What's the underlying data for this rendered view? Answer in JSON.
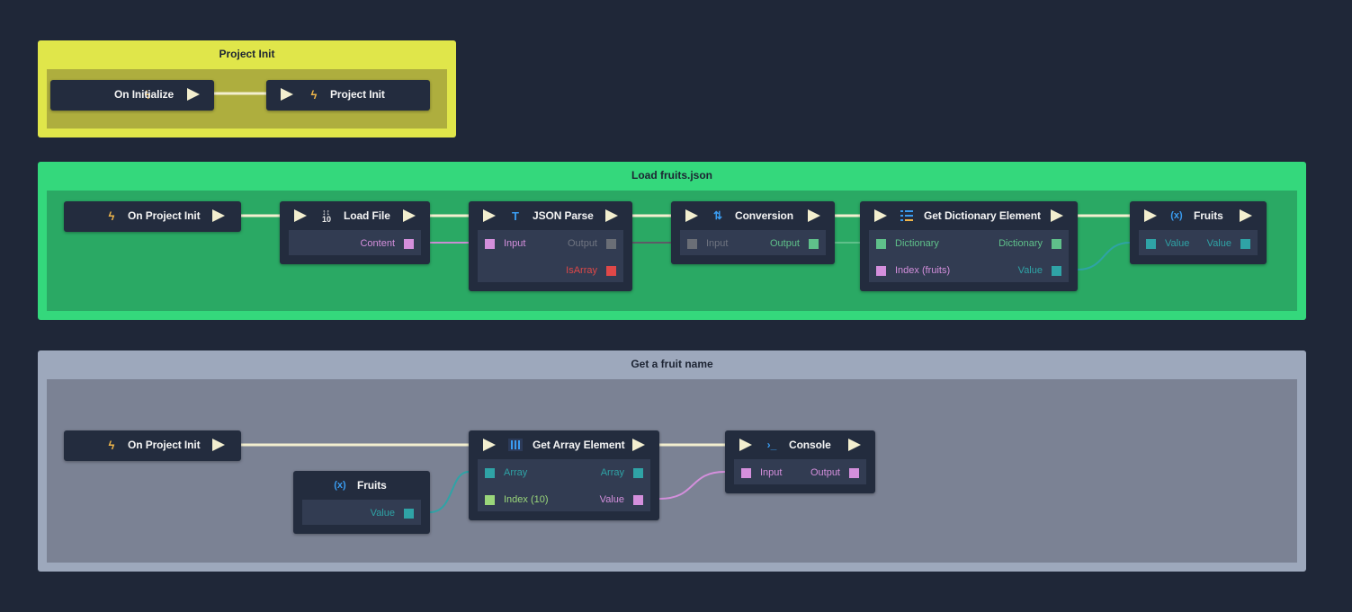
{
  "groups": {
    "project_init": {
      "title": "Project Init"
    },
    "load_fruits": {
      "title": "Load fruits.json"
    },
    "get_fruit": {
      "title": "Get a fruit name"
    }
  },
  "nodes": {
    "on_initialize": {
      "title": "On Initialize",
      "icon": "bolt-icon"
    },
    "project_init": {
      "title": "Project Init",
      "icon": "bolt-icon"
    },
    "on_project_init_1": {
      "title": "On Project Init",
      "icon": "bolt-icon"
    },
    "load_file": {
      "title": "Load File",
      "icon": "load-file-icon",
      "output": "Content"
    },
    "json_parse": {
      "title": "JSON Parse",
      "icon": "text-icon",
      "input": "Input",
      "output": "Output",
      "is_array": "IsArray"
    },
    "conversion": {
      "title": "Conversion",
      "icon": "conversion-icon",
      "input": "Input",
      "output": "Output"
    },
    "get_dict": {
      "title": "Get Dictionary Element",
      "icon": "dictionary-icon",
      "dict_in": "Dictionary",
      "dict_out": "Dictionary",
      "index": "Index (fruits)",
      "value": "Value"
    },
    "fruits_set": {
      "title": "Fruits",
      "icon": "variable-icon",
      "value_in": "Value",
      "value_out": "Value"
    },
    "on_project_init_2": {
      "title": "On Project Init",
      "icon": "bolt-icon"
    },
    "fruits_get": {
      "title": "Fruits",
      "icon": "variable-icon",
      "value": "Value"
    },
    "get_array": {
      "title": "Get Array Element",
      "icon": "array-icon",
      "array_in": "Array",
      "array_out": "Array",
      "index": "Index (10)",
      "value": "Value"
    },
    "console": {
      "title": "Console",
      "icon": "console-icon",
      "input": "Input",
      "output": "Output"
    }
  },
  "colors": {
    "background": "#1f2738",
    "node": "#232c3e",
    "exec_wire": "#f3efcf",
    "pin_string": "#d48fdc",
    "pin_any": "#6a6e76",
    "pin_green": "#5fc08a",
    "pin_teal": "#2fa3a6",
    "pin_red": "#e04848",
    "pin_lime": "#9ad67a"
  }
}
